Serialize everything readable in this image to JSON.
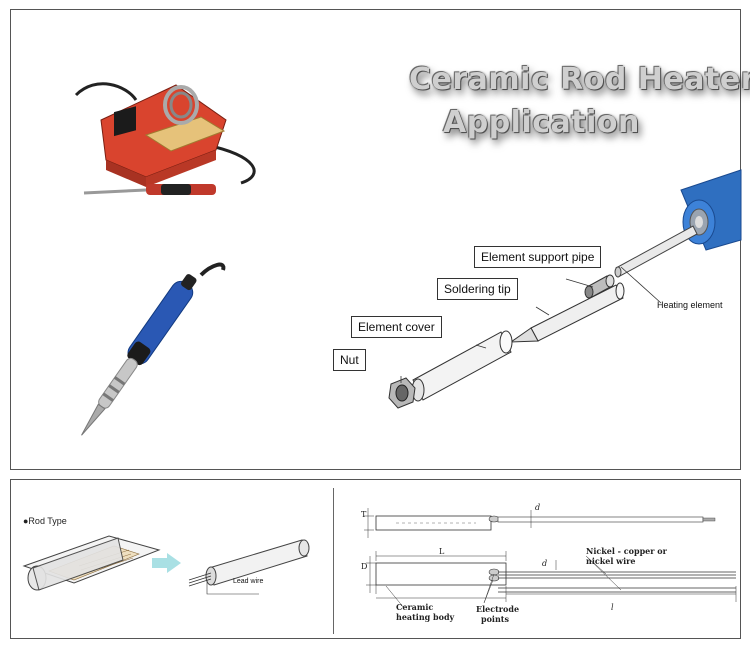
{
  "title": {
    "line1": "Ceramic Rod Heater",
    "line2": "Application"
  },
  "exploded_labels": {
    "element_support_pipe": "Element support pipe",
    "soldering_tip": "Soldering tip",
    "element_cover": "Element cover",
    "nut": "Nut",
    "heating_element": "Heating element"
  },
  "rod_type": {
    "heading": "●Rod Type",
    "lead_wire": "Lead wire"
  },
  "dimension_drawing": {
    "t_label": "T",
    "d_small_top": "d",
    "d_label": "D",
    "l_label": "L",
    "d_small_bottom": "d",
    "nickel_line1": "Nickel - copper or",
    "nickel_line2": "nickel wire",
    "ceramic_line1": "Ceramic",
    "ceramic_line2": "heating body",
    "electrode_line1": "Electrode",
    "electrode_line2": "points",
    "l_small": "l"
  },
  "colors": {
    "station_red": "#d9442e",
    "iron_blue": "#2a58b4",
    "handle_blue": "#2f6fc0",
    "metal": "#c8c8c8"
  }
}
